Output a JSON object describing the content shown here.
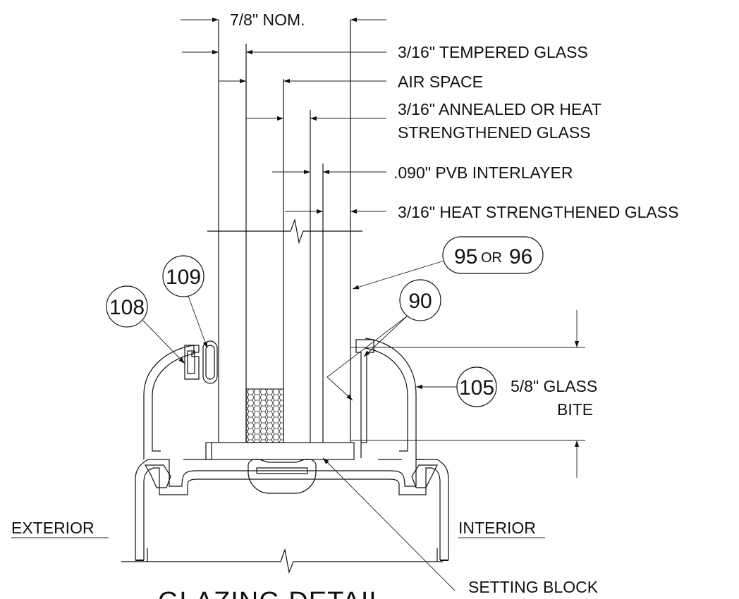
{
  "labels": {
    "nominal": "7/8\" NOM.",
    "tempered_glass": "3/16\" TEMPERED GLASS",
    "air_space": "AIR SPACE",
    "annealed_line1": "3/16\" ANNEALED OR HEAT",
    "annealed_line2": "STRENGTHENED GLASS",
    "pvb": ".090\" PVB INTERLAYER",
    "heat_strengthened": "3/16\" HEAT STRENGTHENED GLASS",
    "glass_bite_line1": "5/8\" GLASS",
    "glass_bite_line2": "BITE",
    "exterior": "EXTERIOR",
    "interior": "INTERIOR",
    "setting_block": "SETTING BLOCK",
    "title": "GLAZING DETAIL"
  },
  "callouts": {
    "c95": "95",
    "or": "OR",
    "c96": "96",
    "c90": "90",
    "c105": "105",
    "c108": "108",
    "c109": "109"
  }
}
